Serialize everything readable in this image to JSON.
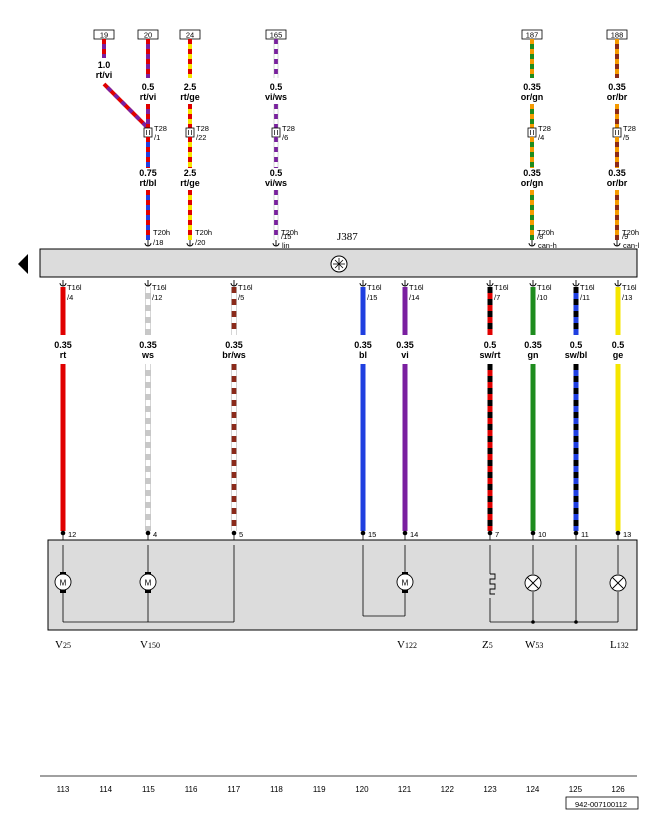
{
  "module": {
    "name": "J387",
    "symbol": "antenna-star-icon"
  },
  "top_wires": [
    {
      "ref": "19",
      "gauge1": "1.0",
      "color1": "rt/vi",
      "stripes1": [
        "#e00000",
        "#7a1fa0"
      ],
      "conn": "T28",
      "pin": "/1",
      "gauge2": "0.75",
      "color2": "rt/bl",
      "stripes2": [
        "#e00000",
        "#1f3fe0"
      ],
      "mod_conn": "T20h",
      "mod_pin": "/18"
    },
    {
      "ref": "20",
      "gauge1": "0.5",
      "color1": "rt/vi",
      "stripes1": [
        "#e00000",
        "#7a1fa0"
      ],
      "conn": "",
      "pin": "",
      "gauge2": "",
      "color2": "",
      "stripes2": [],
      "mod_conn": "",
      "mod_pin": ""
    },
    {
      "ref": "24",
      "gauge1": "2.5",
      "color1": "rt/ge",
      "stripes1": [
        "#e00000",
        "#f5e600"
      ],
      "conn": "T28",
      "pin": "/22",
      "gauge2": "2.5",
      "color2": "rt/ge",
      "stripes2": [
        "#e00000",
        "#f5e600"
      ],
      "mod_conn": "T20h",
      "mod_pin": "/20"
    },
    {
      "ref": "165",
      "gauge1": "0.5",
      "color1": "vi/ws",
      "stripes1": [
        "#7a1fa0",
        "#ffffff"
      ],
      "conn": "T28",
      "pin": "/6",
      "gauge2": "0.5",
      "color2": "vi/ws",
      "stripes2": [
        "#7a1fa0",
        "#ffffff"
      ],
      "mod_conn": "T20h",
      "mod_pin": "/15",
      "mod_extra": "lin"
    },
    {
      "ref": "187",
      "gauge1": "0.35",
      "color1": "or/gn",
      "stripes1": [
        "#f59a00",
        "#1e8c1e"
      ],
      "conn": "T28",
      "pin": "/4",
      "gauge2": "0.35",
      "color2": "or/gn",
      "stripes2": [
        "#f59a00",
        "#1e8c1e"
      ],
      "mod_conn": "T20h",
      "mod_pin": "/8",
      "mod_extra": "can-h"
    },
    {
      "ref": "188",
      "gauge1": "0.35",
      "color1": "or/br",
      "stripes1": [
        "#f59a00",
        "#8b2a1a"
      ],
      "conn": "T28",
      "pin": "/5",
      "gauge2": "0.35",
      "color2": "or/br",
      "stripes2": [
        "#f59a00",
        "#8b2a1a"
      ],
      "mod_conn": "T20h",
      "mod_pin": "/9",
      "mod_extra": "can-l"
    }
  ],
  "bottom_wires": [
    {
      "conn": "T16l",
      "pin": "/4",
      "gauge": "0.35",
      "color": "rt",
      "stripes": [
        "#e00000",
        "#e00000"
      ],
      "term": "12"
    },
    {
      "conn": "T16l",
      "pin": "/12",
      "gauge": "0.35",
      "color": "ws",
      "stripes": [
        "#ffffff",
        "#c8c8c8"
      ],
      "term": "4"
    },
    {
      "conn": "T16l",
      "pin": "/5",
      "gauge": "0.35",
      "color": "br/ws",
      "stripes": [
        "#8b2a1a",
        "#ffffff"
      ],
      "term": "5"
    },
    {
      "conn": "T16l",
      "pin": "/15",
      "gauge": "0.35",
      "color": "bl",
      "stripes": [
        "#1f3fe0",
        "#1f3fe0"
      ],
      "term": "15"
    },
    {
      "conn": "T16l",
      "pin": "/14",
      "gauge": "0.35",
      "color": "vi",
      "stripes": [
        "#7a1fa0",
        "#7a1fa0"
      ],
      "term": "14"
    },
    {
      "conn": "T16l",
      "pin": "/7",
      "gauge": "0.5",
      "color": "sw/rt",
      "stripes": [
        "#000000",
        "#e00000"
      ],
      "term": "7"
    },
    {
      "conn": "T16l",
      "pin": "/10",
      "gauge": "0.35",
      "color": "gn",
      "stripes": [
        "#1e8c1e",
        "#1e8c1e"
      ],
      "term": "10"
    },
    {
      "conn": "T16l",
      "pin": "/11",
      "gauge": "0.5",
      "color": "sw/bl",
      "stripes": [
        "#000000",
        "#1f3fe0"
      ],
      "term": "11"
    },
    {
      "conn": "T16l",
      "pin": "/13",
      "gauge": "0.5",
      "color": "ge",
      "stripes": [
        "#f5e600",
        "#f5e600"
      ],
      "term": "13"
    }
  ],
  "components": [
    {
      "code": "V",
      "sub": "25",
      "symbol": "motor-icon",
      "glyph": "M"
    },
    {
      "code": "V",
      "sub": "150",
      "symbol": "motor-icon",
      "glyph": "M"
    },
    {
      "code": "V",
      "sub": "122",
      "symbol": "motor-icon",
      "glyph": "M"
    },
    {
      "code": "Z",
      "sub": "5",
      "symbol": "heater-element-icon",
      "glyph": ""
    },
    {
      "code": "W",
      "sub": "53",
      "symbol": "lamp-icon",
      "glyph": ""
    },
    {
      "code": "L",
      "sub": "132",
      "symbol": "lamp-icon",
      "glyph": ""
    }
  ],
  "grid": [
    "113",
    "114",
    "115",
    "116",
    "117",
    "118",
    "119",
    "120",
    "121",
    "122",
    "123",
    "124",
    "125",
    "126"
  ],
  "doc_number": "942-007100112",
  "colors": {
    "housing": "#dcdcdc",
    "outline": "#000000"
  }
}
